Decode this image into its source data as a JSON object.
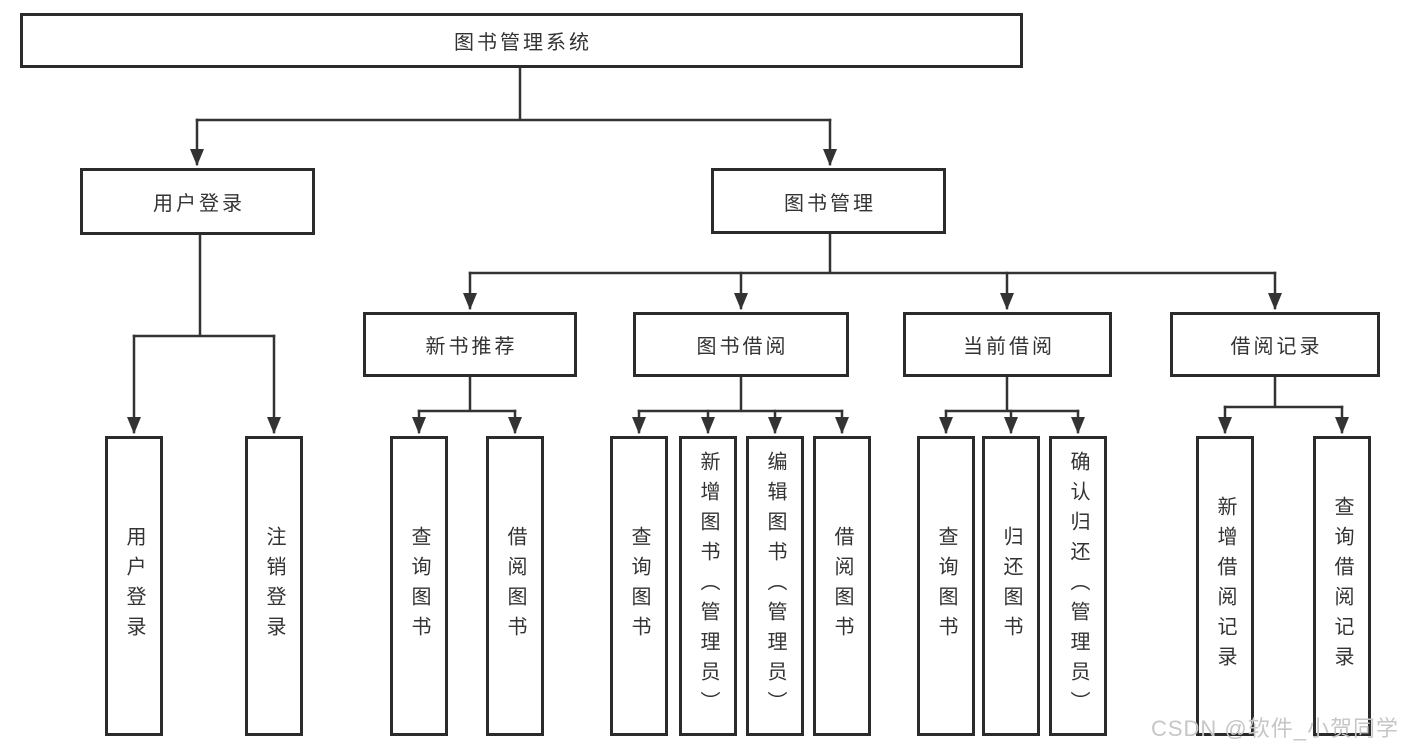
{
  "tree": {
    "label": "图书管理系统",
    "children": [
      {
        "label": "用户登录",
        "children": [
          {
            "label": "用户登录"
          },
          {
            "label": "注销登录"
          }
        ]
      },
      {
        "label": "图书管理",
        "children": [
          {
            "label": "新书推荐",
            "children": [
              {
                "label": "查询图书"
              },
              {
                "label": "借阅图书"
              }
            ]
          },
          {
            "label": "图书借阅",
            "children": [
              {
                "label": "查询图书"
              },
              {
                "label": "新增图书（管理员）"
              },
              {
                "label": "编辑图书（管理员）"
              },
              {
                "label": "借阅图书"
              }
            ]
          },
          {
            "label": "当前借阅",
            "children": [
              {
                "label": "查询图书"
              },
              {
                "label": "归还图书"
              },
              {
                "label": "确认归还（管理员）"
              }
            ]
          },
          {
            "label": "借阅记录",
            "children": [
              {
                "label": "新增借阅记录"
              },
              {
                "label": "查询借阅记录"
              }
            ]
          }
        ]
      }
    ]
  },
  "watermark": {
    "text": "CSDN @软件_小贺同学"
  },
  "colors": {
    "line": "#333333",
    "box_border": "#2b2b2b",
    "box_fill": "#ffffff",
    "text": "#333333",
    "watermark": "#c6c6c6"
  }
}
